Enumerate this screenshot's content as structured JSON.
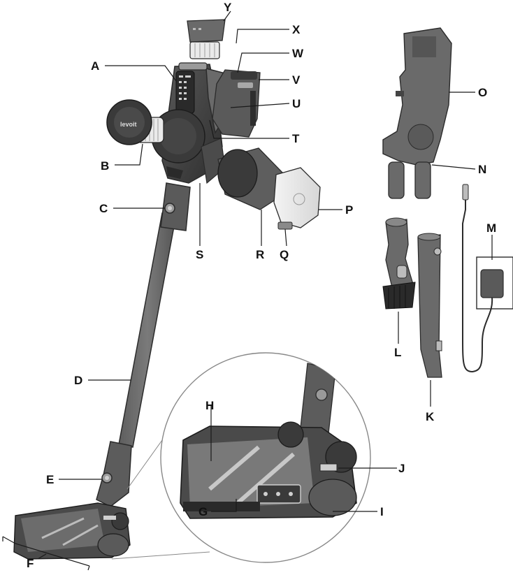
{
  "diagram": {
    "colors": {
      "body_dark": "#3d3d3d",
      "body_mid": "#6b6b6b",
      "body_light": "#8a8a8a",
      "outline": "#2b2b2b",
      "background": "#ffffff"
    },
    "labels": {
      "A": "A",
      "B": "B",
      "C": "C",
      "D": "D",
      "E": "E",
      "F": "F",
      "G": "G",
      "H": "H",
      "I": "I",
      "J": "J",
      "K": "K",
      "L": "L",
      "M": "M",
      "N": "N",
      "O": "O",
      "P": "P",
      "Q": "Q",
      "R": "R",
      "S": "S",
      "T": "T",
      "U": "U",
      "V": "V",
      "W": "W",
      "X": "X",
      "Y": "Y"
    },
    "brand_text": "levoit"
  }
}
